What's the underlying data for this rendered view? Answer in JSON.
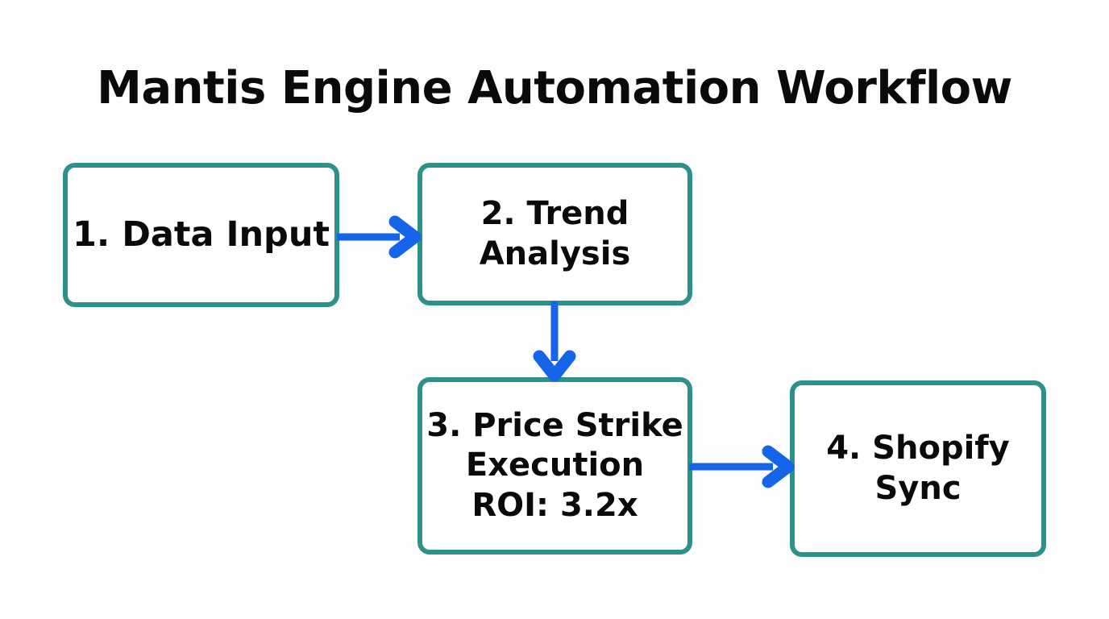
{
  "title": "Mantis Engine Automation Workflow",
  "colors": {
    "background": "#fdfdfd",
    "node_border": "#2e9189",
    "node_fill": "#ffffff",
    "arrow": "#1565e8",
    "text": "#0a0a0a"
  },
  "nodes": [
    {
      "id": "node-1",
      "name": "data-input",
      "lines": [
        "1. Data Input"
      ]
    },
    {
      "id": "node-2",
      "name": "trend-analysis",
      "lines": [
        "2. Trend",
        "Analysis"
      ]
    },
    {
      "id": "node-3",
      "name": "price-strike-execution",
      "lines": [
        "3. Price Strike",
        "Execution",
        "ROI: 3.2x"
      ]
    },
    {
      "id": "node-4",
      "name": "shopify-sync",
      "lines": [
        "4. Shopify",
        "Sync"
      ]
    }
  ],
  "arrows": [
    {
      "id": "arrow-1-2",
      "from": "1. Data Input",
      "to": "2. Trend Analysis",
      "direction": "right"
    },
    {
      "id": "arrow-2-3",
      "from": "2. Trend Analysis",
      "to": "3. Price Strike Execution",
      "direction": "down"
    },
    {
      "id": "arrow-3-4",
      "from": "3. Price Strike Execution",
      "to": "4. Shopify Sync",
      "direction": "right"
    }
  ]
}
